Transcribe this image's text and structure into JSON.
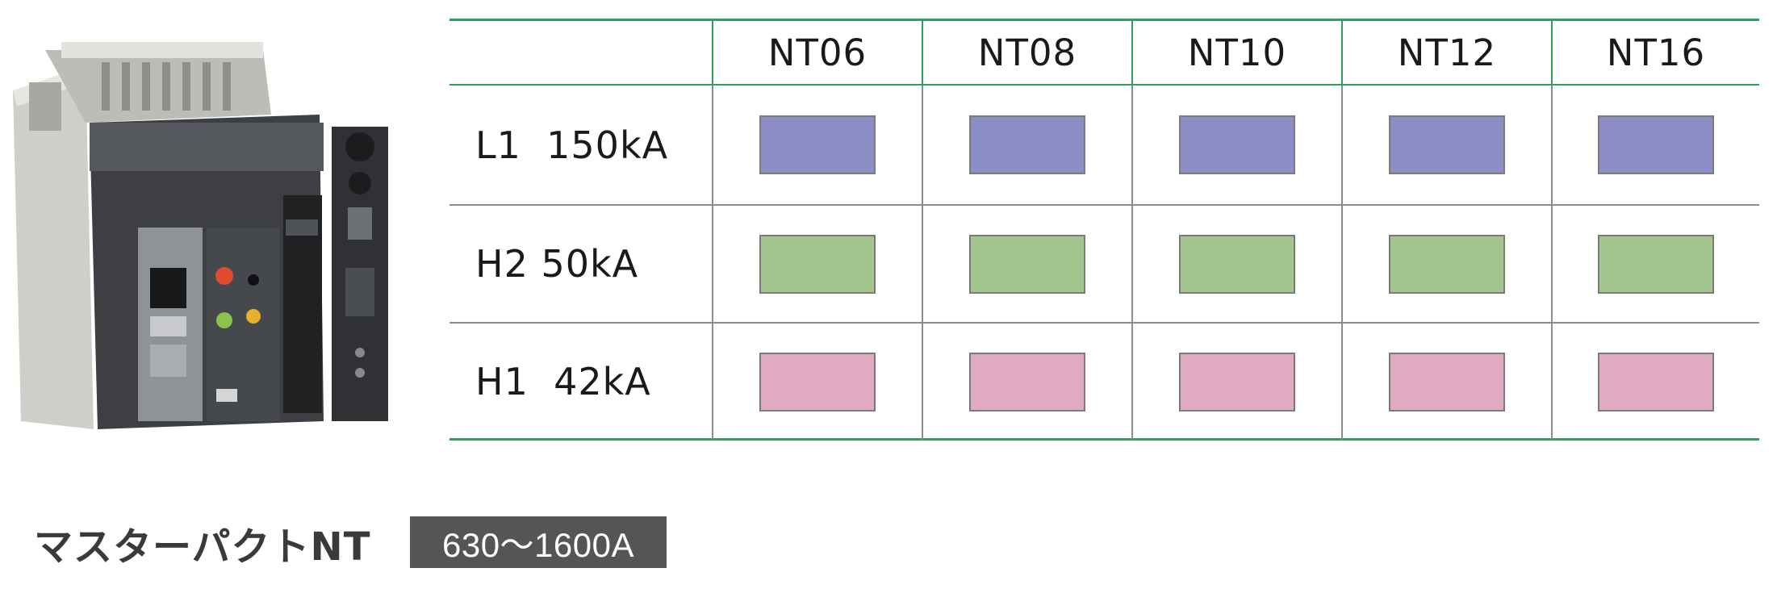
{
  "table": {
    "columns": [
      "",
      "NT06",
      "NT08",
      "NT10",
      "NT12",
      "NT16"
    ],
    "rows": [
      {
        "label": "L1  150kA",
        "color": "#8b8fc6"
      },
      {
        "label": "H2 50kA",
        "color": "#a3c68f"
      },
      {
        "label": "H1  42kA",
        "color": "#e0aac2"
      }
    ]
  },
  "colors": {
    "rule_green": "#2ea25c",
    "badge_bg": "#555555"
  },
  "caption": {
    "product_name": "マスターパクトNT",
    "current_range": "630〜1600A"
  },
  "photo": {
    "icon": "circuit-breaker-photo"
  }
}
